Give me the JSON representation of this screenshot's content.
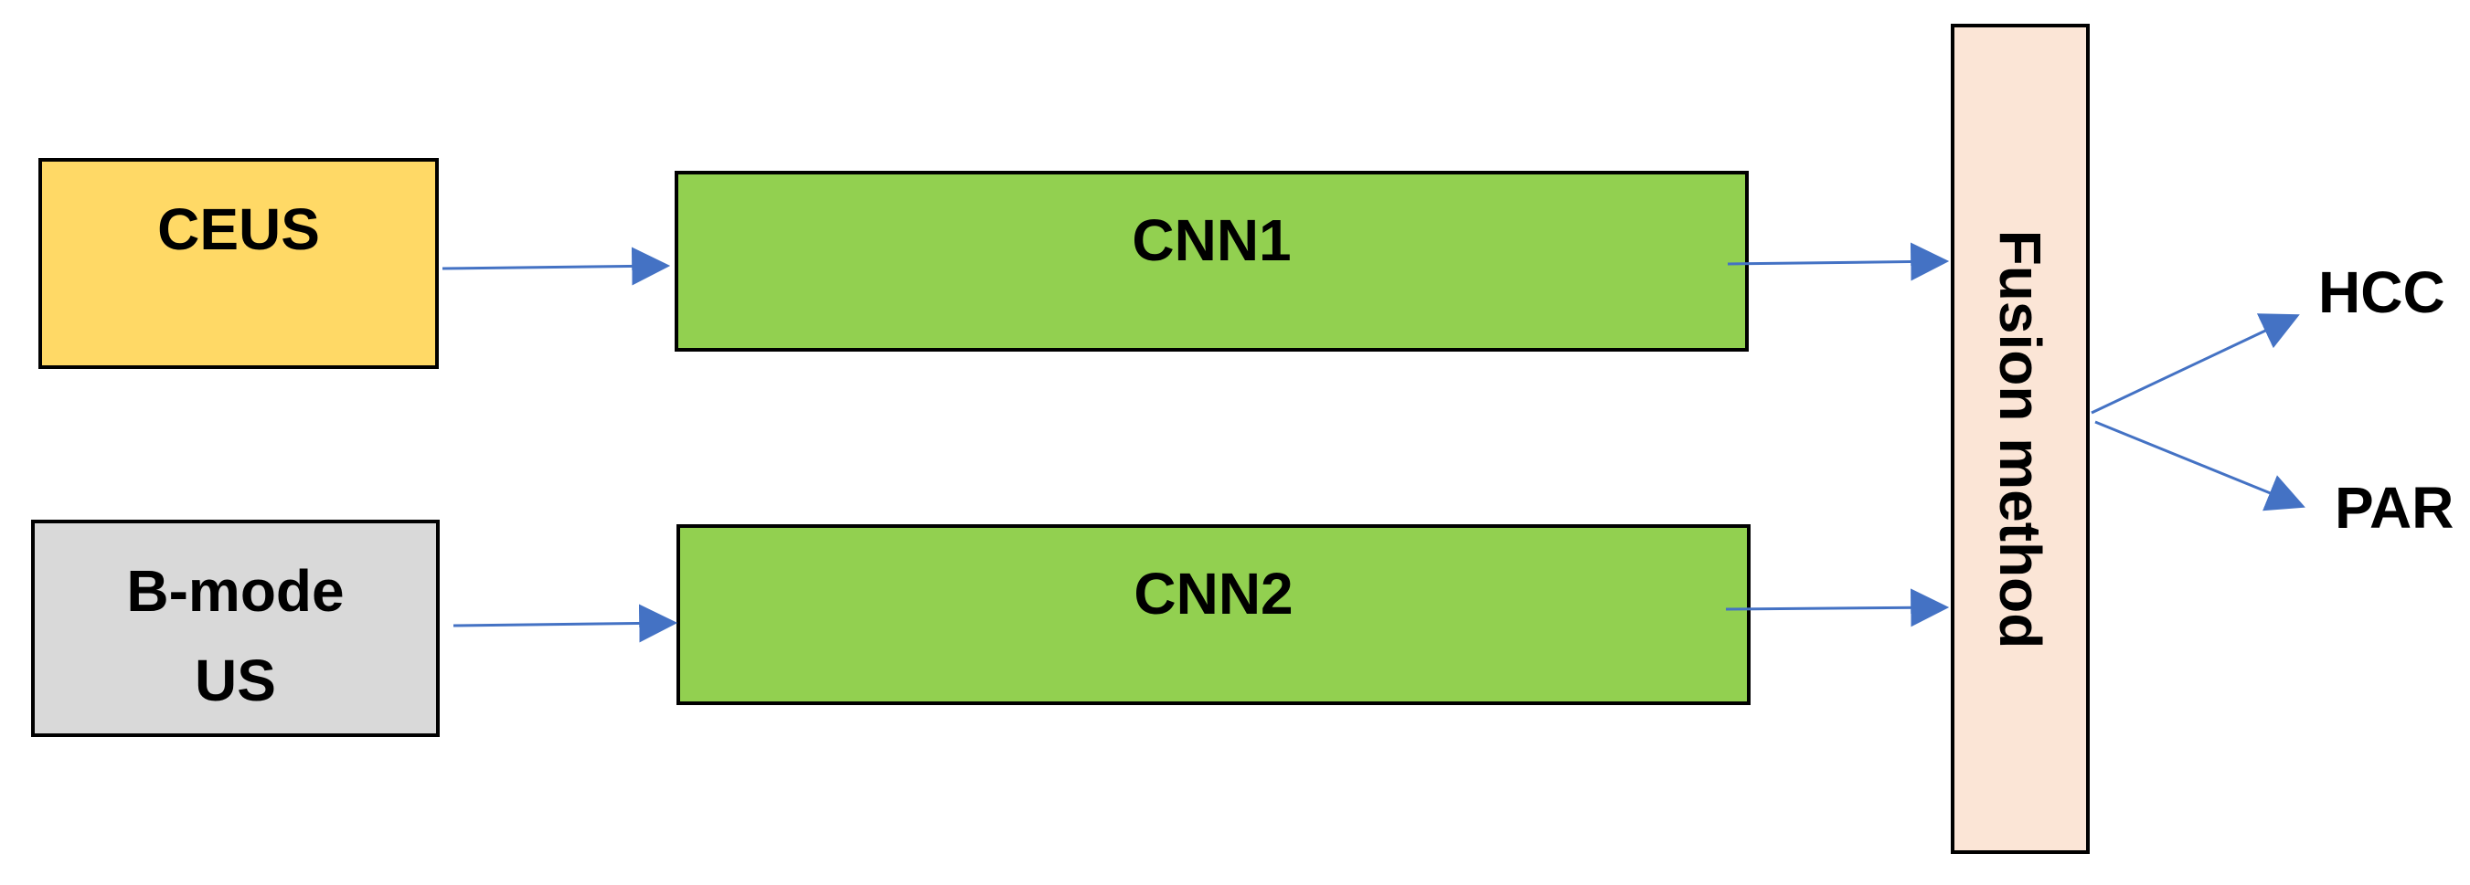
{
  "nodes": {
    "ceus": {
      "label": "CEUS",
      "color": "#FFD966"
    },
    "bmode": {
      "line1": "B-mode",
      "line2": "US",
      "color": "#D9D9D9"
    },
    "cnn1": {
      "label": "CNN1",
      "color": "#92D050"
    },
    "cnn2": {
      "label": "CNN2",
      "color": "#92D050"
    },
    "fusion": {
      "label": "Fusion method",
      "color": "#FBE5D6"
    }
  },
  "outputs": {
    "hcc": "HCC",
    "par": "PAR"
  },
  "arrow_color": "#4472C4"
}
